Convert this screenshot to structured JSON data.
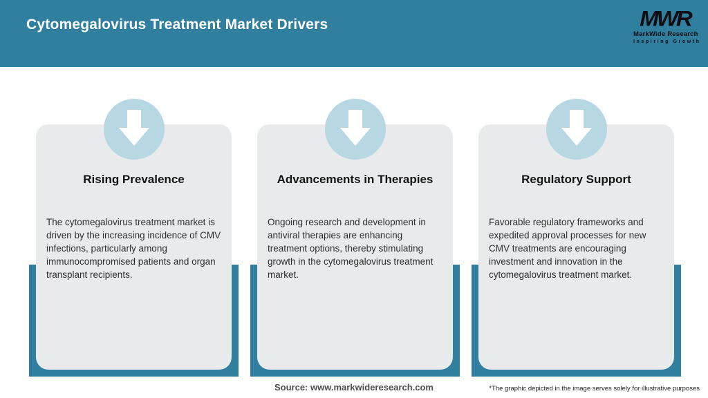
{
  "header": {
    "title": "Cytomegalovirus Treatment Market Drivers",
    "logo": {
      "monogram": "MWR",
      "name": "MarkWide Research",
      "tagline": "Inspiring Growth"
    }
  },
  "cards": [
    {
      "icon": "down-arrow-icon",
      "title": "Rising Prevalence",
      "description": "The cytomegalovirus treatment market is driven by the increasing incidence of CMV infections, particularly among immunocompromised patients and organ transplant recipients."
    },
    {
      "icon": "down-arrow-icon",
      "title": "Advancements in Therapies",
      "description": "Ongoing research and development in antiviral therapies are enhancing treatment options, thereby stimulating growth in the cytomegalovirus treatment market."
    },
    {
      "icon": "down-arrow-icon",
      "title": "Regulatory Support",
      "description": "Favorable regulatory frameworks and expedited approval processes for new CMV treatments are encouraging investment and innovation in the cytomegalovirus treatment market."
    }
  ],
  "footer": {
    "source": "Source: www.markwideresearch.com",
    "disclaimer": "*The graphic depicted in the image serves solely for illustrative purposes"
  },
  "colors": {
    "header_teal": "#307f9e",
    "backdrop_teal": "#307f9e",
    "card_background": "#e8eaec",
    "icon_circle_blue": "#b7d7e3",
    "arrow_white": "#ffffff",
    "title_text": "#141414",
    "body_text": "#2e2e2e"
  }
}
